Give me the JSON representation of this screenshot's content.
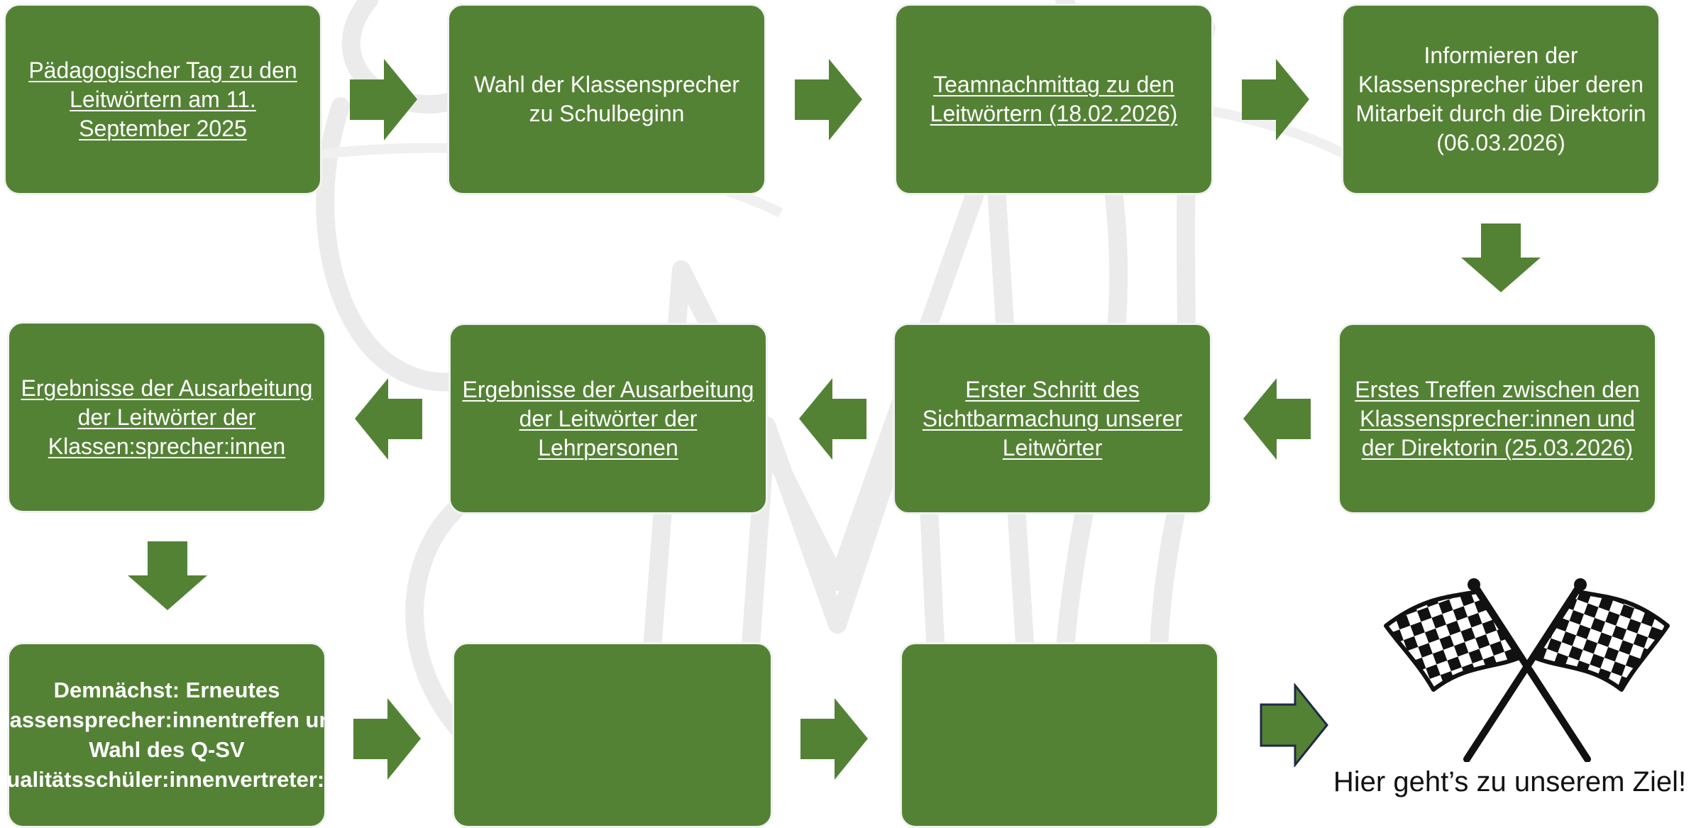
{
  "colors": {
    "box_fill": "#548235",
    "arrow_fill": "#548235",
    "box_text": "#ffffff",
    "goal_text": "#111111",
    "watermark": "#e8e8e8"
  },
  "steps": [
    {
      "text": "Pädagogischer Tag zu den Leitwörtern am 11. September 2025"
    },
    {
      "text": "Wahl der Klassensprecher zu Schulbeginn"
    },
    {
      "text": "Teamnachmittag zu den Leitwörtern (18.02.2026)"
    },
    {
      "text": "Informieren der Klassensprecher über deren Mitarbeit durch die Direktorin (06.03.2026)"
    },
    {
      "text": "Erstes Treffen zwischen den Klassensprecher:innen und der Direktorin (25.03.2026)"
    },
    {
      "text": "Erster Schritt des Sichtbarmachung unserer Leitwörter"
    },
    {
      "text": "Ergebnisse der Ausarbeitung der Leitwörter der Lehrpersonen"
    },
    {
      "text": "Ergebnisse der Ausarbeitung der Leitwörter der Klassen:sprecher:innen"
    },
    {
      "text": "Demnächst: Erneutes Klassensprecher:innentreffen und Wahl des Q-SV (Qualitätsschüler:innenvertreter:in)"
    },
    {
      "text": ""
    },
    {
      "text": ""
    }
  ],
  "goal": {
    "icon": "checkered-flags-icon",
    "label": "Hier geht’s zu unserem Ziel!"
  }
}
